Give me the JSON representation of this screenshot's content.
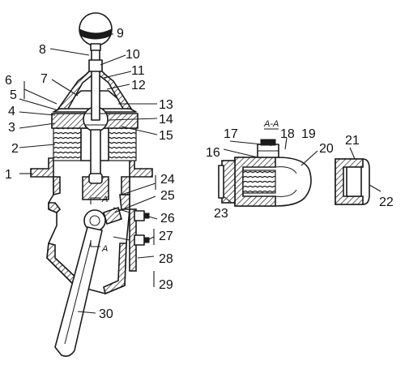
{
  "figure": {
    "callouts": [
      "1",
      "2",
      "3",
      "4",
      "5",
      "6",
      "7",
      "8",
      "9",
      "10",
      "11",
      "12",
      "13",
      "14",
      "15",
      "16",
      "17",
      "18",
      "19",
      "20",
      "21",
      "22",
      "23",
      "24",
      "25",
      "26",
      "27",
      "28",
      "29",
      "30"
    ],
    "section_label": "A-A",
    "cut_marker": "A"
  },
  "colors": {
    "ink": "#1a1a1a",
    "paper": "#ffffff"
  }
}
